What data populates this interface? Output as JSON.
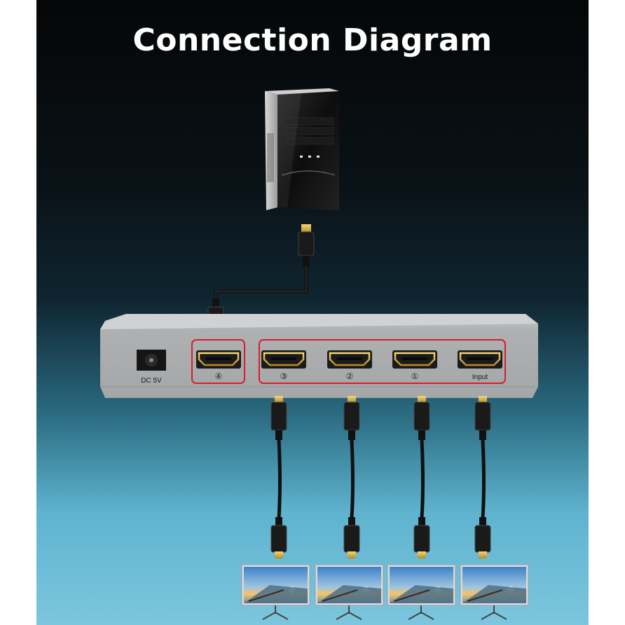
{
  "title": "Connection Diagram",
  "switch_panel": {
    "power_label": "DC 5V",
    "ports": [
      {
        "label": "④"
      },
      {
        "label": "③"
      },
      {
        "label": "②"
      },
      {
        "label": "①"
      },
      {
        "label": "Input"
      }
    ]
  },
  "colors": {
    "highlight_box": "#d81e2a",
    "panel": "#a9abad",
    "background_top": "#050607",
    "background_bottom": "#7cc6de"
  },
  "icons": [
    "computer-tower-icon",
    "hdmi-cable-icon",
    "hdmi-port-icon",
    "monitor-icon",
    "dc-power-jack-icon"
  ]
}
